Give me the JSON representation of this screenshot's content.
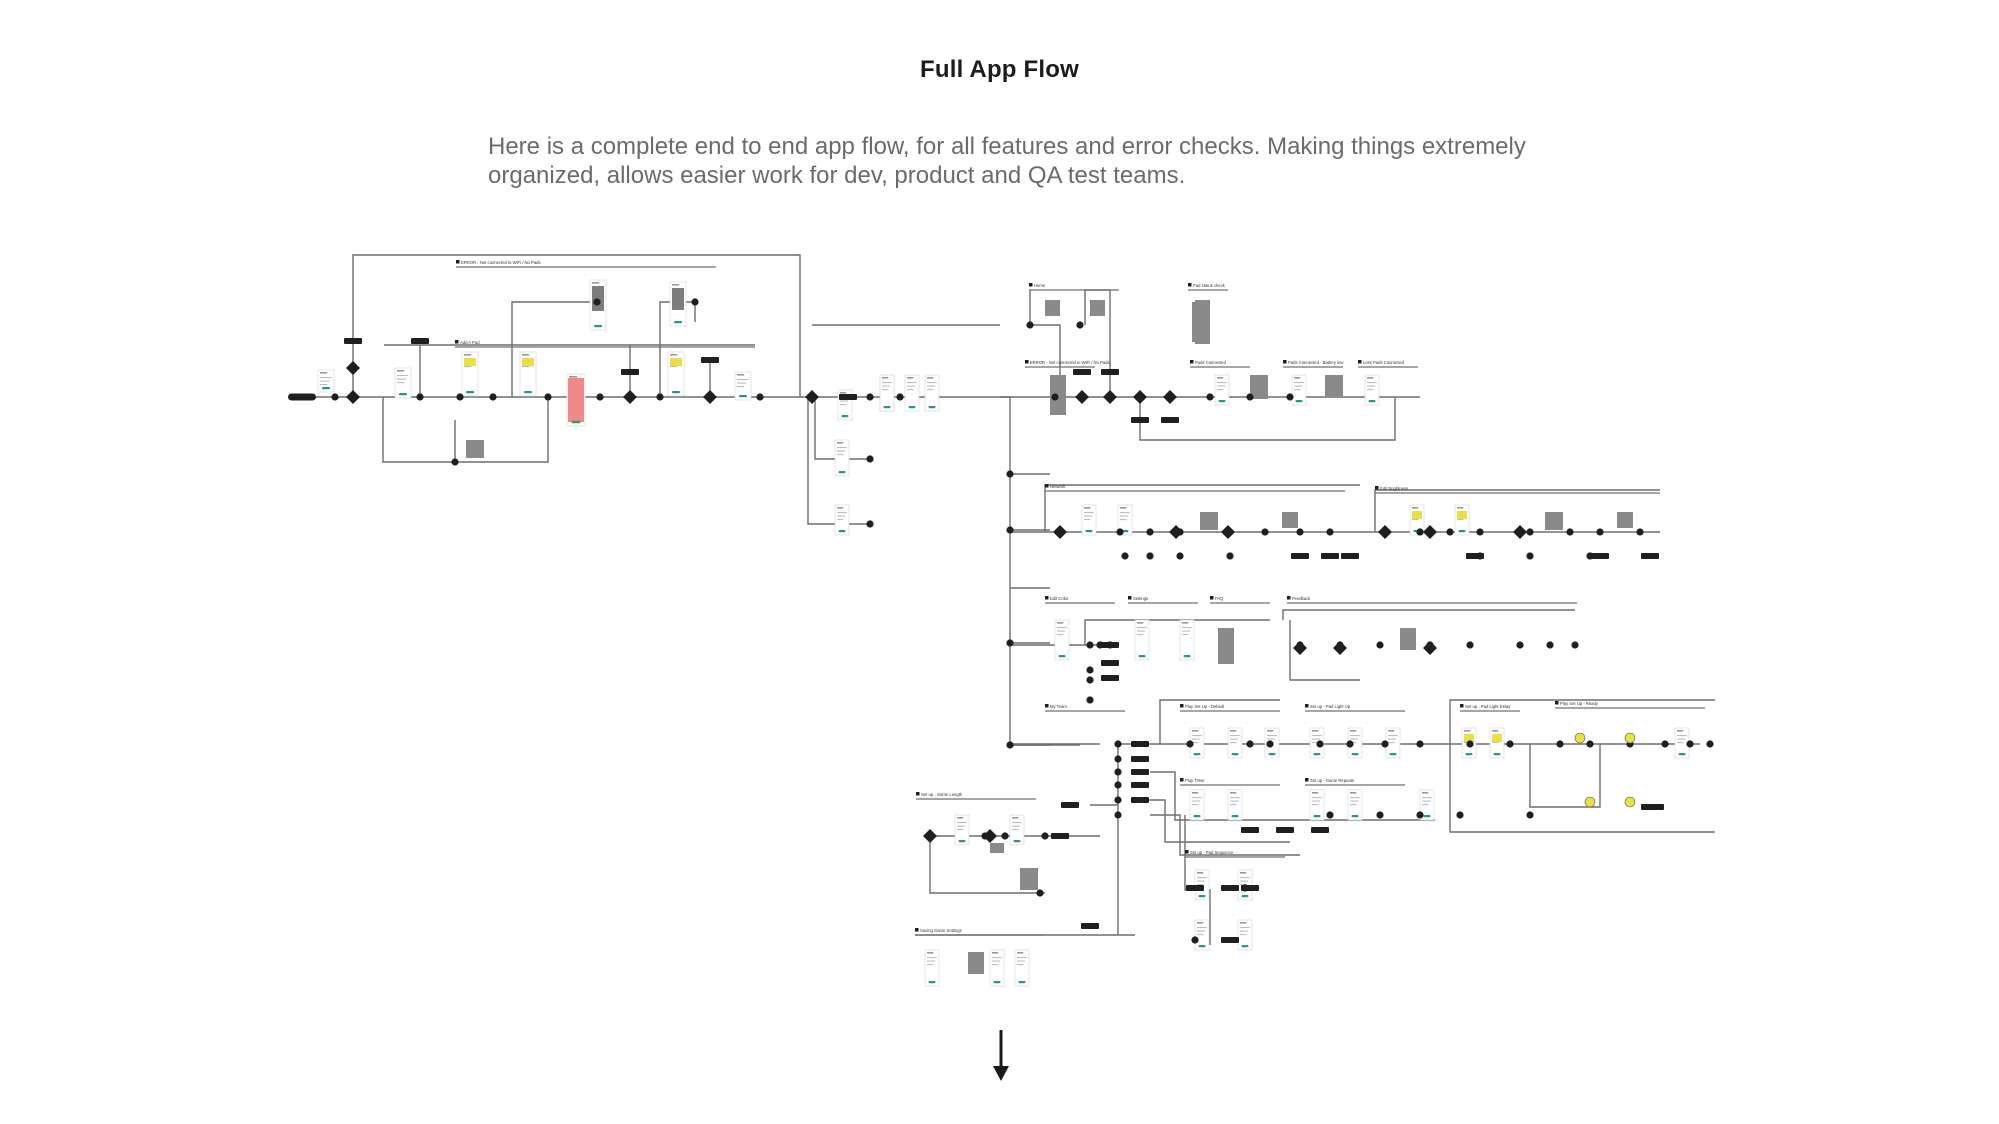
{
  "header": {
    "title": "Full App Flow",
    "description": "Here is a complete end to end app flow, for all features and error checks. Making things extremely organized, allows easier work for dev, product and QA test teams."
  },
  "diagram": {
    "labels": [
      "ERROR - Not connected to WiFi / No Pads",
      "Add A Pad",
      "Home",
      "Pad status check",
      "ERROR - Not connected to WiFi / No Pads",
      "Pads Connected",
      "Pads Connected - Battery low",
      "Less Pads Connected",
      "Network",
      "Edit Brightness",
      "Edit Color",
      "Settings",
      "FAQ",
      "Feedback",
      "My Team",
      "Play Set Up - Default",
      "Set up - Pad Light Up",
      "Set up - Pad Light Delay",
      "Play Set Up - Ready",
      "Play Timer",
      "Set up - Game Repeats",
      "Set up - Pad Sequence",
      "Set up - Game Length",
      "Saving Game Settings",
      "Saving Game Settings"
    ]
  },
  "colors": {
    "line": "#6e6e6e",
    "node": "#1f1f1f",
    "screen": "#8a8a8a",
    "accent_yellow": "#e8e048",
    "accent_red": "#f08a8a",
    "accent_green": "#2e9b63"
  },
  "icons": {
    "down_arrow": "arrow-down-icon"
  }
}
